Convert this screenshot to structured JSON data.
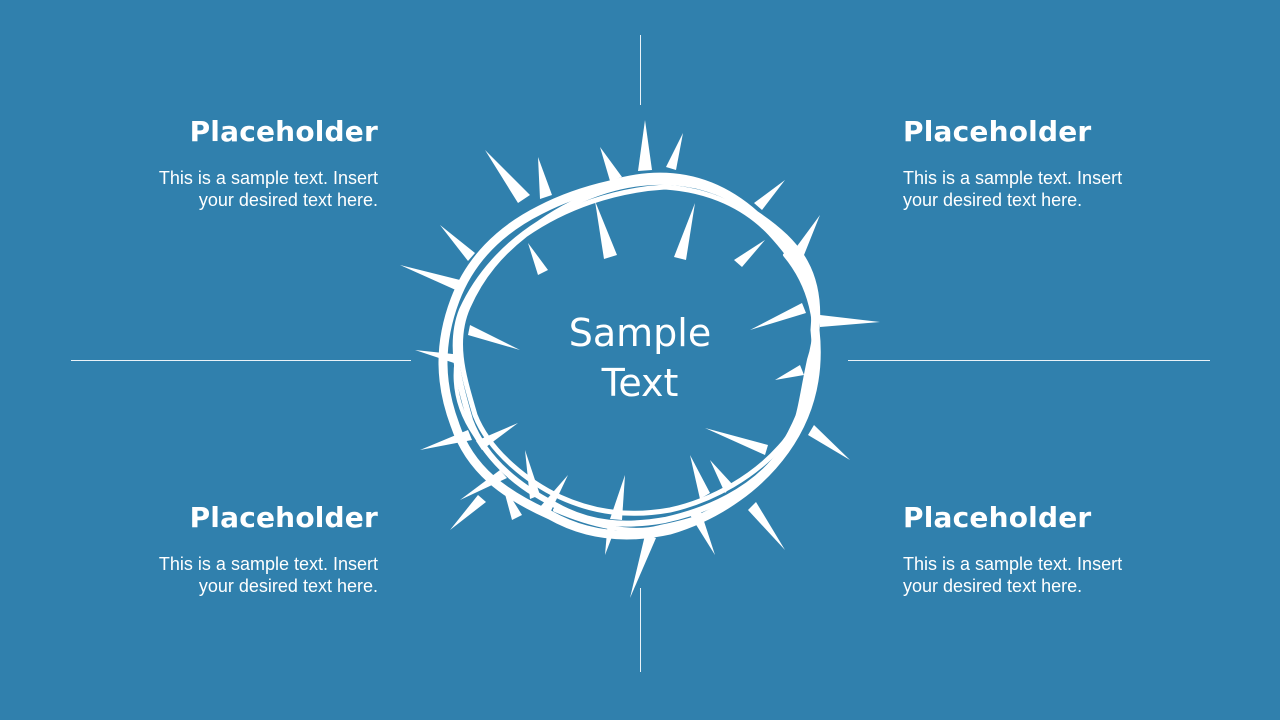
{
  "slide": {
    "center_text_line1": "Sample",
    "center_text_line2": "Text",
    "panels": [
      {
        "title": "Placeholder",
        "body_line1": "This is a sample text. Insert",
        "body_line2": "your desired text here."
      },
      {
        "title": "Placeholder",
        "body_line1": "This is a sample text. Insert",
        "body_line2": "your desired text here."
      },
      {
        "title": "Placeholder",
        "body_line1": "This is a sample text. Insert",
        "body_line2": "your desired text here."
      },
      {
        "title": "Placeholder",
        "body_line1": "This is a sample text. Insert",
        "body_line2": "your desired text here."
      }
    ]
  },
  "theme": {
    "background": "#3080ad",
    "foreground": "#ffffff",
    "divider": "#e9f2f8"
  },
  "graphic": {
    "icon": "crown-of-thorns-icon"
  }
}
